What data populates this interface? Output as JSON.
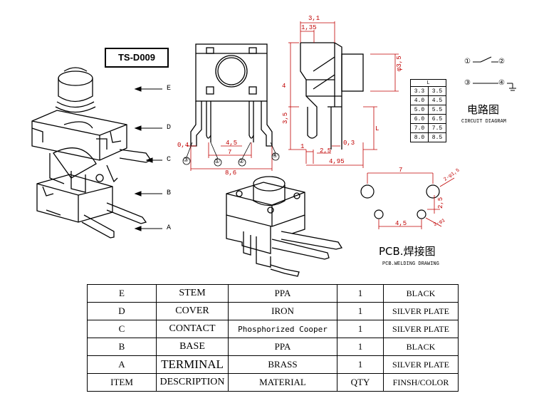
{
  "title": "TS-D009",
  "part_labels": [
    "E",
    "D",
    "C",
    "B",
    "A"
  ],
  "terminal_numbers": [
    "③",
    "①",
    "②",
    "④"
  ],
  "dimensions": {
    "front": [
      "0,4",
      "4,5",
      "7",
      "8,6"
    ],
    "side": [
      "3,1",
      "1,35",
      "φ3,5",
      "4",
      "3,5",
      "L",
      "1",
      "2,5",
      "0,3",
      "4,95"
    ],
    "pcb": [
      "7",
      "2-φ1,5",
      "2,5",
      "4,5",
      "2-φ1"
    ]
  },
  "length_table": {
    "header": "L",
    "rows": [
      [
        "3.3",
        "3.5"
      ],
      [
        "4.0",
        "4.5"
      ],
      [
        "5.0",
        "5.5"
      ],
      [
        "6.0",
        "6.5"
      ],
      [
        "7.0",
        "7.5"
      ],
      [
        "8.0",
        "8.5"
      ]
    ]
  },
  "circuit": {
    "title_cn": "电路图",
    "title_en": "CIRCUIT DIAGRAM",
    "pins": [
      "①",
      "②",
      "③",
      "④"
    ]
  },
  "pcb_drawing": {
    "title_cn": "PCB.焊接图",
    "title_en": "PCB.WELDING DRAWING"
  },
  "bom": {
    "rows": [
      [
        "E",
        "STEM",
        "PPA",
        "1",
        "BLACK"
      ],
      [
        "D",
        "COVER",
        "IRON",
        "1",
        "SILVER PLATE"
      ],
      [
        "C",
        "CONTACT",
        "Phosphorized Cooper",
        "1",
        "SILVER PLATE"
      ],
      [
        "B",
        "BASE",
        "PPA",
        "1",
        "BLACK"
      ],
      [
        "A",
        "TERMINAL",
        "BRASS",
        "1",
        "SILVER PLATE"
      ],
      [
        "ITEM",
        "DESCRIPTION",
        "MATERIAL",
        "QTY",
        "FINSH/COLOR"
      ]
    ]
  },
  "colors": {
    "line": "#000000",
    "dimension": "#c00000"
  }
}
